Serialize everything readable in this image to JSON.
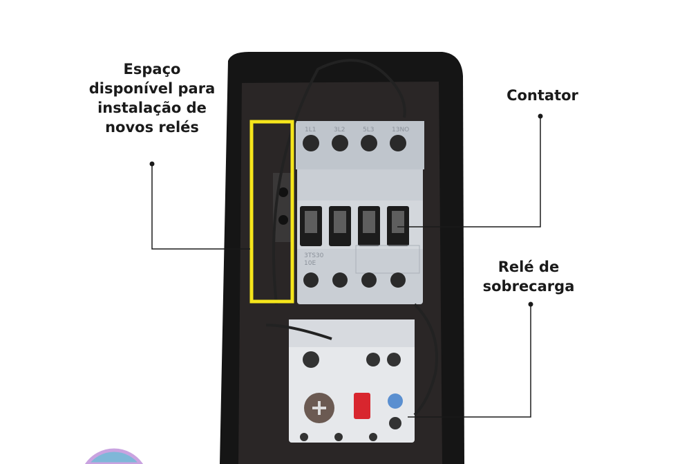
{
  "labels": {
    "space": [
      "Espaço",
      "disponível para",
      "instalação de",
      "novos relés"
    ],
    "contactor": [
      "Contator"
    ],
    "overload": [
      "Relé de",
      "sobrecarga"
    ]
  },
  "device_text": {
    "terminals_top": [
      "1L1",
      "3L2",
      "5L3",
      "13NO"
    ],
    "model": [
      "3TS30",
      "10E"
    ]
  },
  "colors": {
    "highlight": "#f5e51b",
    "enclosure": "#151515",
    "contactor": "#c9ced4",
    "leader": "#1a1a1a",
    "reset_button": "#d8262e",
    "dial": "#5a8fd0"
  }
}
